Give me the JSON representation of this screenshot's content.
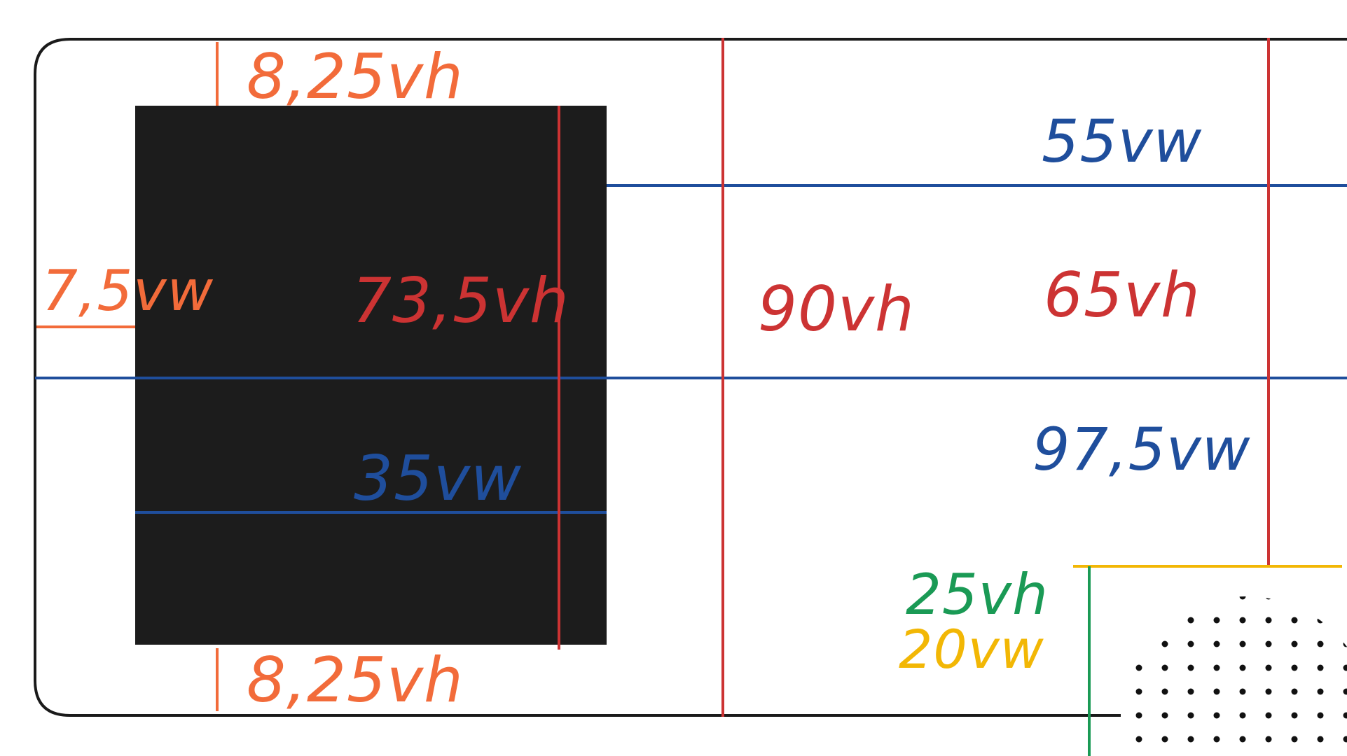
{
  "colors": {
    "frame": "#1a1a1a",
    "black_box": "#1c1c1c",
    "orange": "#f26b3a",
    "red": "#cc3333",
    "blue": "#1f4e9c",
    "green": "#1a9a55",
    "yellow": "#f2b705",
    "dots": "#111111"
  },
  "labels": {
    "top_margin": "8,25vh",
    "bottom_margin": "8,25vh",
    "left_margin": "7,5vw",
    "box_height": "73,5vh",
    "box_width": "35vw",
    "frame_height": "90vh",
    "right_top_width": "55vw",
    "right_height": "65vh",
    "full_width": "97,5vw",
    "corner_height": "25vh",
    "corner_width": "20vw"
  }
}
